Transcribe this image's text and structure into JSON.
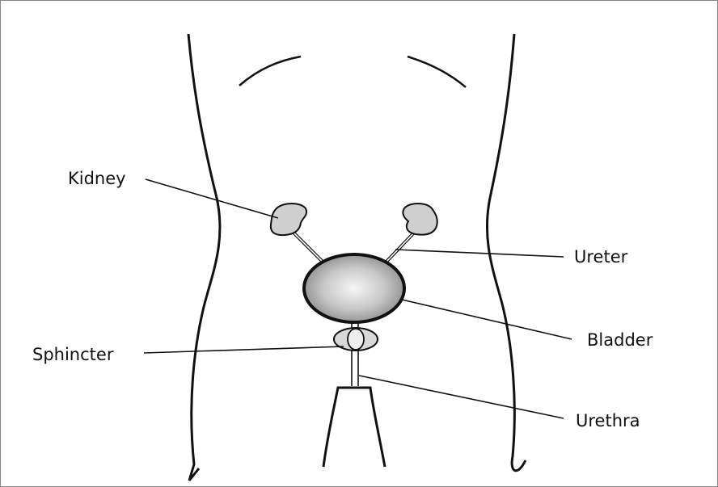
{
  "labels": {
    "kidney": "Kidney",
    "ureter": "Ureter",
    "bladder": "Bladder",
    "sphincter": "Sphincter",
    "urethra": "Urethra"
  },
  "colors": {
    "background": "#ffffff",
    "line": "#111111",
    "kidney_fill": "#cfcfcf",
    "bladder_center": "#f4f4f4",
    "bladder_edge": "#8a8a8a",
    "sphincter_fill": "#d8d8d8"
  }
}
